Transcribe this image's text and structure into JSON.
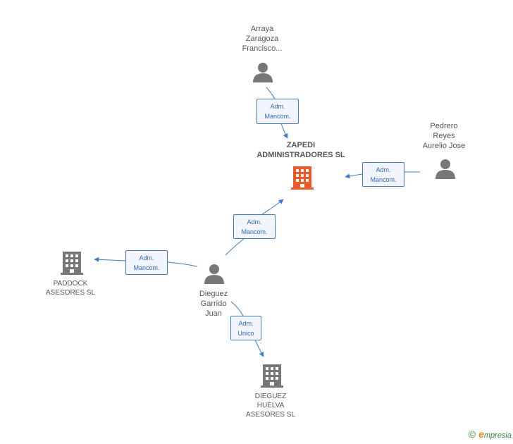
{
  "colors": {
    "edge": "#3a7bd5",
    "person_icon": "#777777",
    "company_icon": "#777777",
    "main_company_icon": "#f0592a"
  },
  "nodes": {
    "arraya": {
      "lines": [
        "Arraya",
        "Zaragoza",
        "Francisco..."
      ],
      "icon": "person-icon"
    },
    "pedrero": {
      "lines": [
        "Pedrero",
        "Reyes",
        "Aurelio Jose"
      ],
      "icon": "person-icon"
    },
    "zapedi": {
      "lines": [
        "ZAPEDI",
        "ADMINISTRADORES SL"
      ],
      "icon": "building-icon"
    },
    "dieguez_juan": {
      "lines": [
        "Dieguez",
        "Garrido",
        "Juan"
      ],
      "icon": "person-icon"
    },
    "paddock": {
      "lines": [
        "PADDOCK",
        "ASESORES SL"
      ],
      "icon": "building-icon"
    },
    "dieguez_huelva": {
      "lines": [
        "DIEGUEZ",
        "HUELVA",
        "ASESORES SL"
      ],
      "icon": "building-icon"
    }
  },
  "edges": {
    "arraya_zapedi": [
      "Adm.",
      "Mancom."
    ],
    "pedrero_zapedi": [
      "Adm.",
      "Mancom."
    ],
    "juan_zapedi": [
      "Adm.",
      "Mancom."
    ],
    "juan_paddock": [
      "Adm.",
      "Mancom."
    ],
    "juan_huelva": [
      "Adm.",
      "Unico"
    ]
  },
  "footer": {
    "copyright": "©",
    "brand_first": "e",
    "brand_rest": "mpresia"
  }
}
